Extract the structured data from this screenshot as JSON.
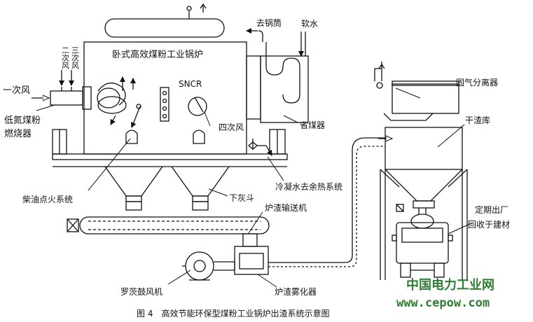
{
  "diagram": {
    "boiler_title": "卧式高效煤粉工业锅炉",
    "labels": {
      "to_drum": "去锅筒",
      "soft_water": "软水",
      "secondary_air": "二次风",
      "tertiary_air": "三次风",
      "primary_air": "一次风",
      "sncr": "SNCR",
      "fourth_air": "四次风",
      "economizer": "省煤器",
      "low_nox_burner_line1": "低氮煤粉",
      "low_nox_burner_line2": "燃烧器",
      "diesel_ignition": "柴油点火系统",
      "condensate_heat_removal": "冷凝水去余热系统",
      "ash_hopper": "下灰斗",
      "slag_conveyor": "炉渣输送机",
      "gas_solid_separator": "固气分离器",
      "dry_slag_silo": "干渣库",
      "periodic_discharge_line1": "定期出厂",
      "periodic_discharge_line2": "回收于建材",
      "roots_blower": "罗茨鼓风机",
      "slag_atomizer": "炉渣雾化器"
    },
    "caption": "图 4　高效节能环保型煤粉工业锅炉出渣系统示意图"
  },
  "watermark": {
    "name": "中国电力工业网",
    "url": "www.cepow.com",
    "colors": {
      "name": "#2e7d32",
      "url": "#2e7d32"
    }
  }
}
